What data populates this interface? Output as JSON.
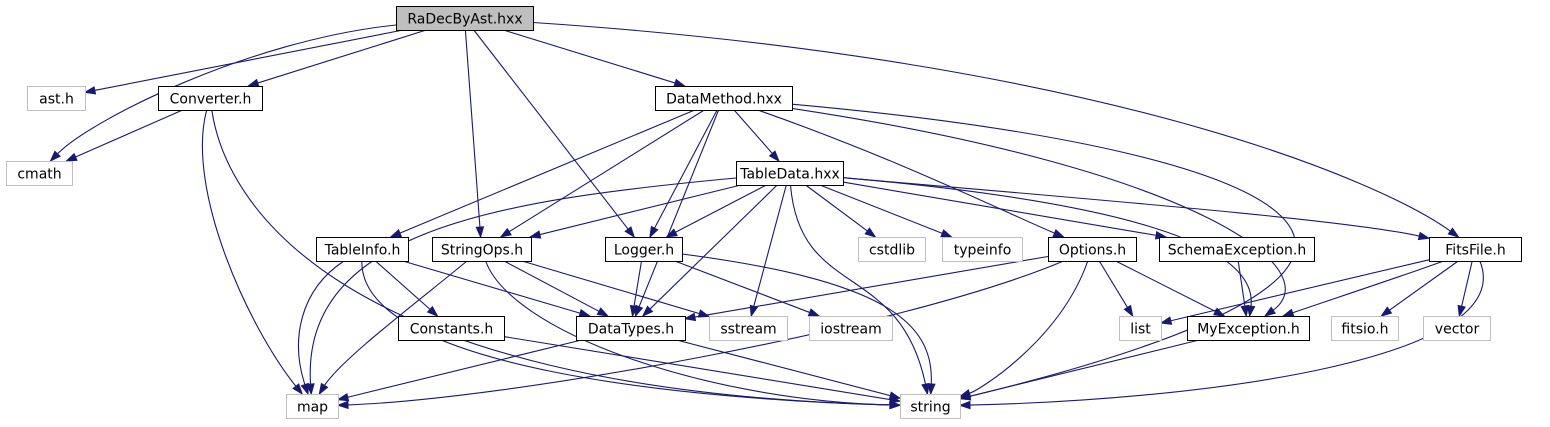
{
  "colors": {
    "edge": "#191970",
    "main_fill": "#bfbfbf",
    "project_border": "#000000",
    "system_border": "#bfbfbf",
    "background": "#ffffff"
  },
  "nodes": [
    {
      "id": "radecbyast",
      "label": "RaDecByAst.hxx",
      "kind": "main"
    },
    {
      "id": "ast",
      "label": "ast.h",
      "kind": "system"
    },
    {
      "id": "converter",
      "label": "Converter.h",
      "kind": "project"
    },
    {
      "id": "datamethod",
      "label": "DataMethod.hxx",
      "kind": "project"
    },
    {
      "id": "cmath",
      "label": "cmath",
      "kind": "system"
    },
    {
      "id": "tabledata",
      "label": "TableData.hxx",
      "kind": "project"
    },
    {
      "id": "tableinfo",
      "label": "TableInfo.h",
      "kind": "project"
    },
    {
      "id": "stringops",
      "label": "StringOps.h",
      "kind": "project"
    },
    {
      "id": "logger",
      "label": "Logger.h",
      "kind": "project"
    },
    {
      "id": "cstdlib",
      "label": "cstdlib",
      "kind": "system"
    },
    {
      "id": "typeinfo",
      "label": "typeinfo",
      "kind": "system"
    },
    {
      "id": "options",
      "label": "Options.h",
      "kind": "project"
    },
    {
      "id": "schemaexception",
      "label": "SchemaException.h",
      "kind": "project"
    },
    {
      "id": "fitsfile",
      "label": "FitsFile.h",
      "kind": "project"
    },
    {
      "id": "constants",
      "label": "Constants.h",
      "kind": "project"
    },
    {
      "id": "datatypes",
      "label": "DataTypes.h",
      "kind": "project"
    },
    {
      "id": "sstream",
      "label": "sstream",
      "kind": "system"
    },
    {
      "id": "iostream",
      "label": "iostream",
      "kind": "system"
    },
    {
      "id": "list",
      "label": "list",
      "kind": "system"
    },
    {
      "id": "myexception",
      "label": "MyException.h",
      "kind": "project"
    },
    {
      "id": "fitsio",
      "label": "fitsio.h",
      "kind": "system"
    },
    {
      "id": "vector",
      "label": "vector",
      "kind": "system"
    },
    {
      "id": "map",
      "label": "map",
      "kind": "system"
    },
    {
      "id": "string",
      "label": "string",
      "kind": "system"
    }
  ],
  "edges": [
    {
      "from": "radecbyast",
      "to": "ast"
    },
    {
      "from": "radecbyast",
      "to": "converter"
    },
    {
      "from": "radecbyast",
      "to": "cmath"
    },
    {
      "from": "radecbyast",
      "to": "datamethod"
    },
    {
      "from": "radecbyast",
      "to": "stringops"
    },
    {
      "from": "radecbyast",
      "to": "logger"
    },
    {
      "from": "radecbyast",
      "to": "fitsfile"
    },
    {
      "from": "converter",
      "to": "cmath"
    },
    {
      "from": "converter",
      "to": "map"
    },
    {
      "from": "converter",
      "to": "string"
    },
    {
      "from": "datamethod",
      "to": "tabledata"
    },
    {
      "from": "datamethod",
      "to": "tableinfo"
    },
    {
      "from": "datamethod",
      "to": "stringops"
    },
    {
      "from": "datamethod",
      "to": "logger"
    },
    {
      "from": "datamethod",
      "to": "datatypes"
    },
    {
      "from": "datamethod",
      "to": "options"
    },
    {
      "from": "datamethod",
      "to": "myexception"
    },
    {
      "from": "datamethod",
      "to": "string"
    },
    {
      "from": "tabledata",
      "to": "map"
    },
    {
      "from": "tabledata",
      "to": "stringops"
    },
    {
      "from": "tabledata",
      "to": "logger"
    },
    {
      "from": "tabledata",
      "to": "datatypes"
    },
    {
      "from": "tabledata",
      "to": "sstream"
    },
    {
      "from": "tabledata",
      "to": "cstdlib"
    },
    {
      "from": "tabledata",
      "to": "typeinfo"
    },
    {
      "from": "tabledata",
      "to": "string"
    },
    {
      "from": "tabledata",
      "to": "schemaexception"
    },
    {
      "from": "tabledata",
      "to": "myexception"
    },
    {
      "from": "tabledata",
      "to": "fitsfile"
    },
    {
      "from": "tableinfo",
      "to": "constants"
    },
    {
      "from": "tableinfo",
      "to": "datatypes"
    },
    {
      "from": "tableinfo",
      "to": "map"
    },
    {
      "from": "tableinfo",
      "to": "string"
    },
    {
      "from": "stringops",
      "to": "datatypes"
    },
    {
      "from": "stringops",
      "to": "sstream"
    },
    {
      "from": "stringops",
      "to": "map"
    },
    {
      "from": "stringops",
      "to": "string"
    },
    {
      "from": "logger",
      "to": "datatypes"
    },
    {
      "from": "logger",
      "to": "iostream"
    },
    {
      "from": "logger",
      "to": "string"
    },
    {
      "from": "options",
      "to": "datatypes"
    },
    {
      "from": "options",
      "to": "list"
    },
    {
      "from": "options",
      "to": "myexception"
    },
    {
      "from": "options",
      "to": "map"
    },
    {
      "from": "options",
      "to": "string"
    },
    {
      "from": "schemaexception",
      "to": "myexception"
    },
    {
      "from": "fitsfile",
      "to": "list"
    },
    {
      "from": "fitsfile",
      "to": "myexception"
    },
    {
      "from": "fitsfile",
      "to": "fitsio"
    },
    {
      "from": "fitsfile",
      "to": "vector"
    },
    {
      "from": "fitsfile",
      "to": "string"
    },
    {
      "from": "constants",
      "to": "string"
    },
    {
      "from": "datatypes",
      "to": "map"
    },
    {
      "from": "datatypes",
      "to": "string"
    },
    {
      "from": "myexception",
      "to": "string"
    }
  ]
}
